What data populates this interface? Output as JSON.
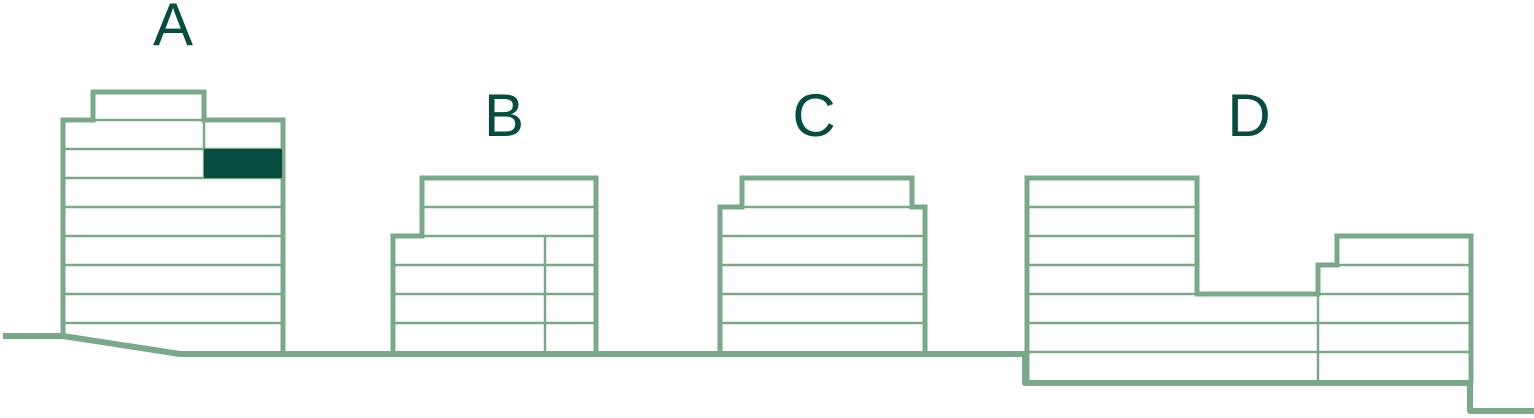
{
  "buildings": [
    {
      "id": "A",
      "label": "A"
    },
    {
      "id": "B",
      "label": "B"
    },
    {
      "id": "C",
      "label": "C"
    },
    {
      "id": "D",
      "label": "D"
    }
  ],
  "highlighted_unit": {
    "building": "A"
  },
  "colors": {
    "background": "#ffffff",
    "outline": "#7aa98a",
    "floor_line": "#7aa98a",
    "highlight": "#064c3f",
    "label": "#064c3f"
  }
}
